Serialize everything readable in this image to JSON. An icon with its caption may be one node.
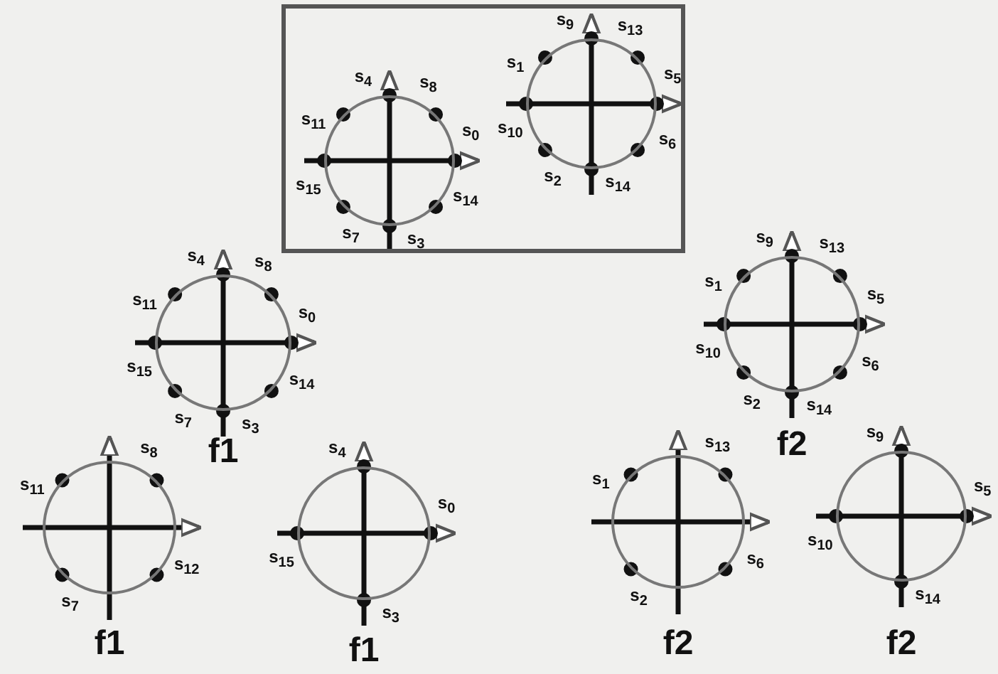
{
  "diagram": {
    "nodes": [
      {
        "text": [],
        "shape": "box"
      },
      {
        "text": [],
        "shape": "circle",
        "in": 0,
        "beside": [
          "s$_{4}$",
          "s$_{8}$",
          "s$_{0}$",
          "s$_{14}$",
          "s$_{3}$",
          "s$_{7}$",
          "s$_{15}$",
          "s$_{11}$"
        ]
      },
      {
        "text": [],
        "shape": "circle",
        "in": 0,
        "beside": [
          "s$_{9}$",
          "s$_{13}$",
          "s$_{5}$",
          "s$_{6}$",
          "s$_{14}$",
          "s$_{2}$",
          "s$_{10}$",
          "s$_{1}$"
        ]
      },
      {
        "text": [],
        "shape": "circle",
        "beside": [
          "s$_{4}$",
          "s$_{8}$",
          "s$_{0}$",
          "s$_{14}$",
          "s$_{3}$",
          "s$_{7}$",
          "s$_{15}$",
          "s$_{11}$",
          "f1"
        ]
      },
      {
        "text": [],
        "shape": "circle",
        "beside": [
          "s$_{9}$",
          "s$_{13}$",
          "s$_{5}$",
          "s$_{6}$",
          "s$_{14}$",
          "s$_{2}$",
          "s$_{10}$",
          "s$_{1}$",
          "f2"
        ]
      },
      {
        "text": [],
        "shape": "circle",
        "beside": [
          "s$_{8}$",
          "s$_{12}$",
          "s$_{7}$",
          "s$_{11}$",
          "f1"
        ]
      },
      {
        "text": [],
        "shape": "circle",
        "beside": [
          "s$_{4}$",
          "s$_{0}$",
          "s$_{3}$",
          "s$_{15}$",
          "f1"
        ]
      },
      {
        "text": [],
        "shape": "circle",
        "beside": [
          "s$_{13}$",
          "s$_{6}$",
          "s$_{2}$",
          "s$_{1}$",
          "f2"
        ]
      },
      {
        "text": [],
        "shape": "circle",
        "beside": [
          "s$_{9}$",
          "s$_{5}$",
          "s$_{14}$",
          "s$_{10}$",
          "f2"
        ]
      }
    ]
  }
}
